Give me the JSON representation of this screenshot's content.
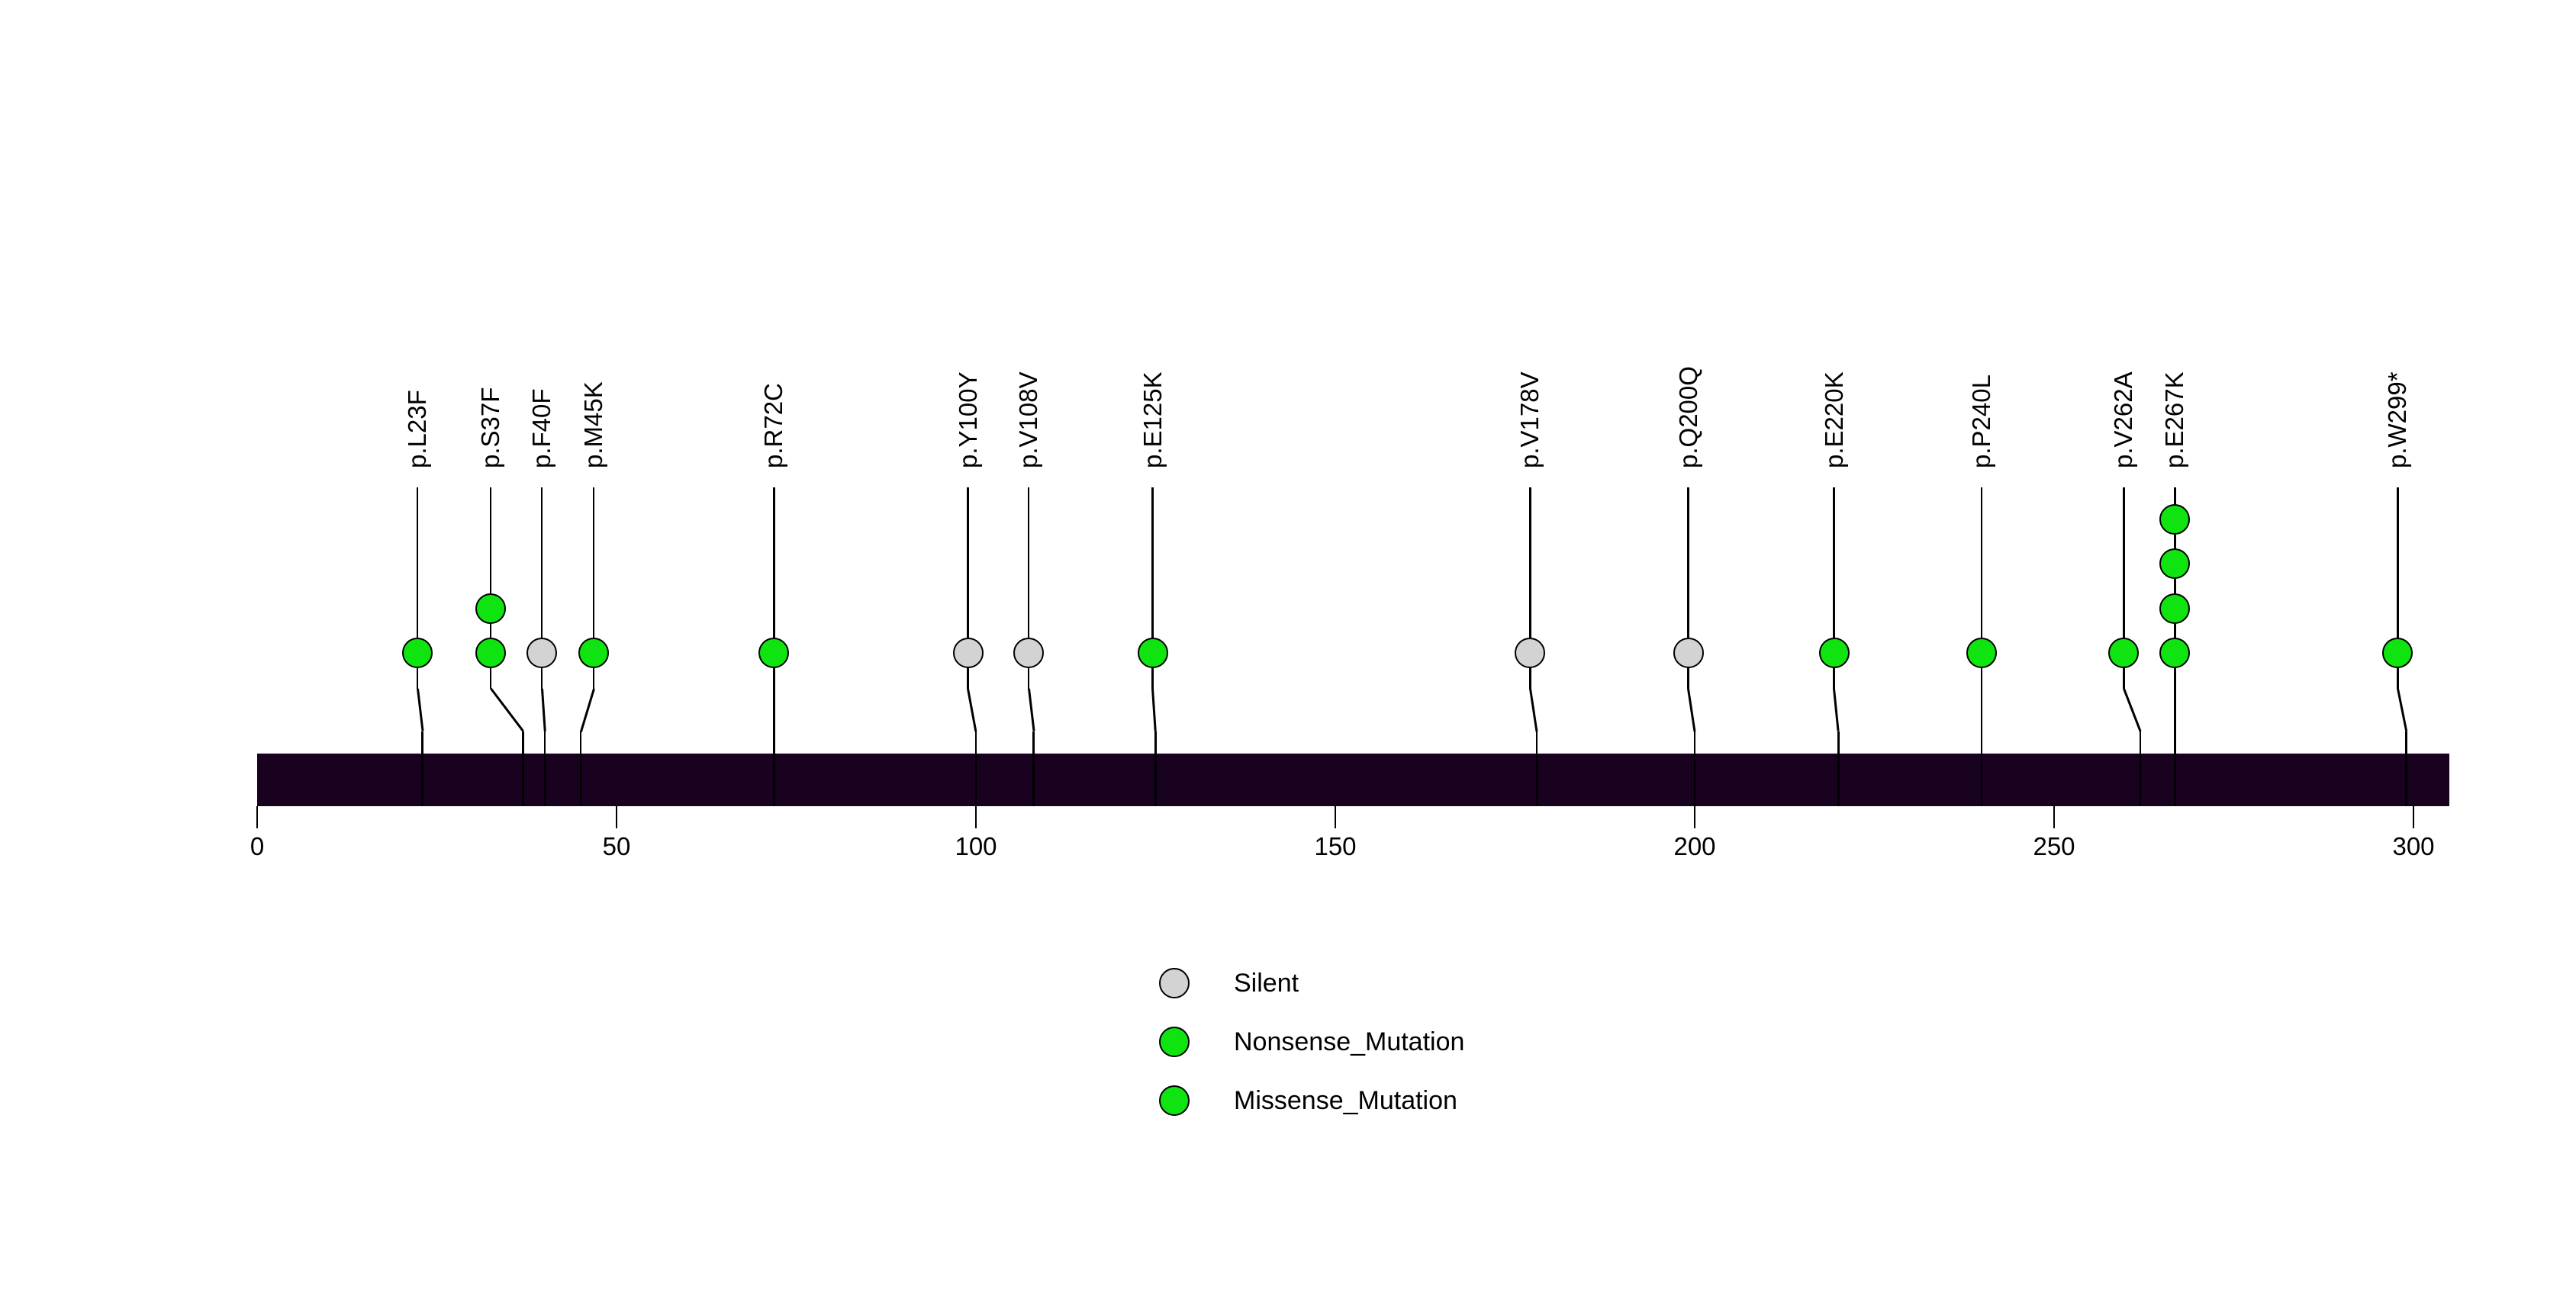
{
  "chart_data": {
    "type": "lollipop",
    "title": "",
    "xlabel": "",
    "protein_length": 305,
    "axis": {
      "ticks": [
        0,
        50,
        100,
        150,
        200,
        250,
        300
      ],
      "range": [
        0,
        305
      ]
    },
    "colors": {
      "missense": "#10E410",
      "nonsense": "#10E410",
      "silent": "#D3D3D3",
      "protein_bar": "#190120",
      "text": "#000000",
      "background": "#ffffff"
    },
    "mutations": [
      {
        "label": "p.L23F",
        "position": 23,
        "display_position": 22.3,
        "type": "Missense_Mutation",
        "count": 1
      },
      {
        "label": "p.S37F",
        "position": 37,
        "display_position": 32.5,
        "type": "Missense_Mutation",
        "count": 2
      },
      {
        "label": "p.F40F",
        "position": 40,
        "display_position": 39.6,
        "type": "Silent",
        "count": 1
      },
      {
        "label": "p.M45K",
        "position": 45,
        "display_position": 46.8,
        "type": "Missense_Mutation",
        "count": 1
      },
      {
        "label": "p.R72C",
        "position": 72,
        "display_position": 71.9,
        "type": "Missense_Mutation",
        "count": 1
      },
      {
        "label": "p.Y100Y",
        "position": 100,
        "display_position": 98.9,
        "type": "Silent",
        "count": 1
      },
      {
        "label": "p.V108V",
        "position": 108,
        "display_position": 107.3,
        "type": "Silent",
        "count": 1
      },
      {
        "label": "p.E125K",
        "position": 125,
        "display_position": 124.6,
        "type": "Missense_Mutation",
        "count": 1
      },
      {
        "label": "p.V178V",
        "position": 178,
        "display_position": 177.1,
        "type": "Silent",
        "count": 1
      },
      {
        "label": "p.Q200Q",
        "position": 200,
        "display_position": 199.1,
        "type": "Silent",
        "count": 1
      },
      {
        "label": "p.E220K",
        "position": 220,
        "display_position": 219.4,
        "type": "Missense_Mutation",
        "count": 1
      },
      {
        "label": "p.P240L",
        "position": 240,
        "display_position": 239.9,
        "type": "Missense_Mutation",
        "count": 1
      },
      {
        "label": "p.V262A",
        "position": 262,
        "display_position": 259.7,
        "type": "Missense_Mutation",
        "count": 1
      },
      {
        "label": "p.E267K",
        "position": 267,
        "display_position": 266.8,
        "type": "Missense_Mutation",
        "count": 4
      },
      {
        "label": "p.W299*",
        "position": 299,
        "display_position": 297.8,
        "type": "Nonsense_Mutation",
        "count": 1
      }
    ],
    "legend": [
      {
        "label": "Silent",
        "color_key": "silent"
      },
      {
        "label": "Nonsense_Mutation",
        "color_key": "nonsense"
      },
      {
        "label": "Missense_Mutation",
        "color_key": "missense"
      }
    ]
  }
}
